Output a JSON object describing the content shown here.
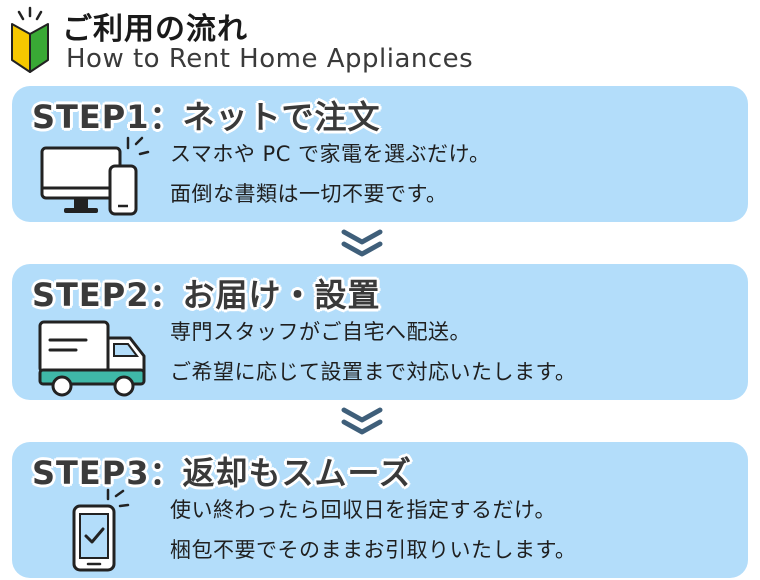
{
  "header": {
    "title": "ご利用の流れ",
    "subtitle": "How to Rent Home Appliances",
    "icon": "beginner-mark-icon"
  },
  "colors": {
    "panel": "#b3ddfa",
    "chevron": "#3f5f7a",
    "icon_stroke": "#222222",
    "truck_body": "#3fb8a8",
    "mark_yellow": "#f6c800",
    "mark_green": "#39a935"
  },
  "steps": [
    {
      "heading": "STEP1：ネットで注文",
      "icon": "computer-and-phone-icon",
      "lines": [
        "スマホや PC で家電を選ぶだけ。",
        "面倒な書類は一切不要です。"
      ]
    },
    {
      "heading": "STEP2：お届け・設置",
      "icon": "delivery-truck-icon",
      "lines": [
        "専門スタッフがご自宅へ配送。",
        "ご希望に応じて設置まで対応いたします。"
      ]
    },
    {
      "heading": "STEP3：返却もスムーズ",
      "icon": "smartphone-check-icon",
      "lines": [
        "使い終わったら回収日を指定するだけ。",
        "梱包不要でそのままお引取りいたします。"
      ]
    }
  ],
  "connectors": [
    "chevron-down-icon",
    "chevron-down-icon"
  ]
}
